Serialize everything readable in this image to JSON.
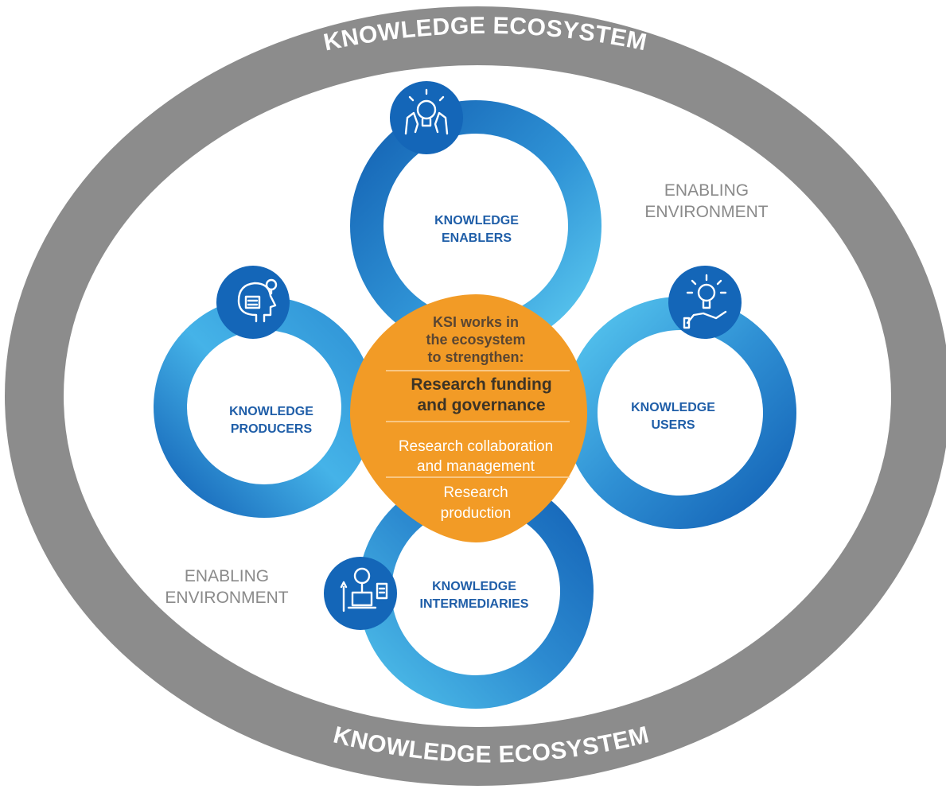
{
  "ring": {
    "top_label": "KNOWLEDGE ECOSYSTEM",
    "bottom_label": "KNOWLEDGE ECOSYSTEM",
    "color": "#8c8c8c"
  },
  "environment": {
    "upper_line1": "ENABLING",
    "upper_line2": "ENVIRONMENT",
    "lower_line1": "ENABLING",
    "lower_line2": "ENVIRONMENT"
  },
  "nodes": {
    "enablers": {
      "line1": "KNOWLEDGE",
      "line2": "ENABLERS",
      "icon": "lightbulb-hands-icon"
    },
    "producers": {
      "line1": "KNOWLEDGE",
      "line2": "PRODUCERS",
      "icon": "head-idea-icon"
    },
    "users": {
      "line1": "KNOWLEDGE",
      "line2": "USERS",
      "icon": "lightbulb-hand-icon"
    },
    "intermediaries": {
      "line1": "KNOWLEDGE",
      "line2": "INTERMEDIARIES",
      "icon": "laptop-sharing-icon"
    }
  },
  "center": {
    "lead_line1": "KSI works in",
    "lead_line2": "the ecosystem",
    "lead_line3": "to strengthen:",
    "item1_line1": "Research funding",
    "item1_line2": "and governance",
    "item2_line1": "Research collaboration",
    "item2_line2": "and management",
    "item3_line1": "Research",
    "item3_line2": "production"
  },
  "colors": {
    "blue_dark": "#1565b8",
    "blue_light": "#4cc0ec",
    "orange": "#f29b26",
    "label_blue": "#1f5ea8"
  }
}
